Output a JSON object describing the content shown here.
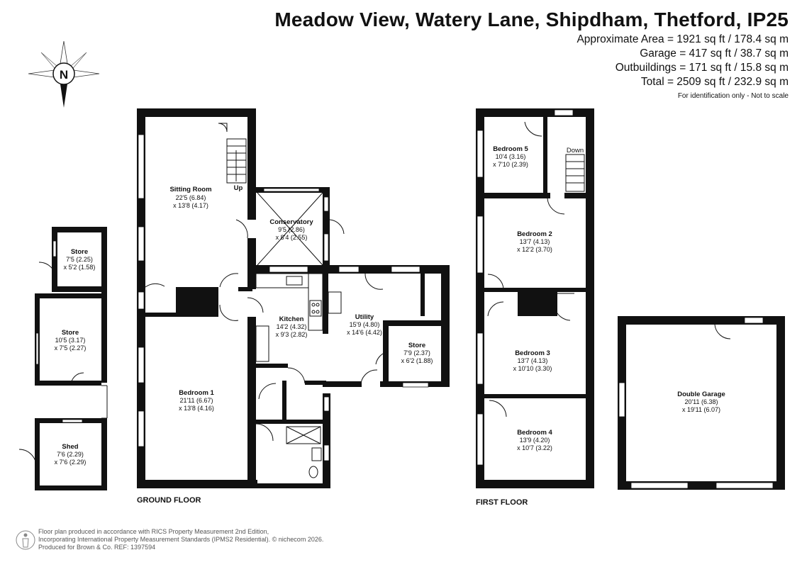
{
  "header": {
    "title": "Meadow View, Watery Lane, Shipdham, Thetford, IP25",
    "area_lines": [
      "Approximate Area = 1921 sq ft / 178.4 sq m",
      "Garage = 417 sq ft / 38.7 sq m",
      "Outbuildings = 171 sq ft / 15.8 sq m",
      "Total = 2509 sq ft / 232.9 sq m"
    ],
    "note": "For identification only - Not to scale"
  },
  "compass": {
    "label": "N"
  },
  "floors": {
    "ground": "GROUND FLOOR",
    "first": "FIRST FLOOR"
  },
  "rooms": {
    "sitting_room": {
      "name": "Sitting Room",
      "dim1": "22'5 (6.84)",
      "dim2": "x 13'8 (4.17)"
    },
    "conservatory": {
      "name": "Conservatory",
      "dim1": "9'5 (2.86)",
      "dim2": "x 8'4 (2.55)"
    },
    "kitchen": {
      "name": "Kitchen",
      "dim1": "14'2 (4.32)",
      "dim2": "x 9'3 (2.82)"
    },
    "utility": {
      "name": "Utility",
      "dim1": "15'9 (4.80)",
      "dim2": "x 14'6 (4.42)"
    },
    "store_ground": {
      "name": "Store",
      "dim1": "7'9 (2.37)",
      "dim2": "x 6'2 (1.88)"
    },
    "bedroom1": {
      "name": "Bedroom 1",
      "dim1": "21'11 (6.67)",
      "dim2": "x 13'8 (4.16)"
    },
    "store_a": {
      "name": "Store",
      "dim1": "7'5 (2.25)",
      "dim2": "x 5'2 (1.58)"
    },
    "store_b": {
      "name": "Store",
      "dim1": "10'5 (3.17)",
      "dim2": "x 7'5 (2.27)"
    },
    "shed": {
      "name": "Shed",
      "dim1": "7'6 (2.29)",
      "dim2": "x 7'6 (2.29)"
    },
    "bedroom5": {
      "name": "Bedroom 5",
      "dim1": "10'4 (3.16)",
      "dim2": "x 7'10 (2.39)"
    },
    "bedroom2": {
      "name": "Bedroom 2",
      "dim1": "13'7 (4.13)",
      "dim2": "x 12'2 (3.70)"
    },
    "bedroom3": {
      "name": "Bedroom 3",
      "dim1": "13'7 (4.13)",
      "dim2": "x 10'10 (3.30)"
    },
    "bedroom4": {
      "name": "Bedroom 4",
      "dim1": "13'9 (4.20)",
      "dim2": "x 10'7 (3.22)"
    },
    "garage": {
      "name": "Double Garage",
      "dim1": "20'11 (6.38)",
      "dim2": "x 19'11 (6.07)"
    }
  },
  "stair_labels": {
    "up": "Up",
    "down": "Down"
  },
  "footer": {
    "lines": [
      "Floor plan produced in accordance with RICS Property Measurement 2nd Edition,",
      "Incorporating International Property Measurement Standards (IPMS2 Residential).  © nichecom 2026.",
      "Produced for Brown & Co.   REF: 1397594"
    ]
  },
  "colors": {
    "wall": "#111111",
    "background": "#ffffff"
  }
}
